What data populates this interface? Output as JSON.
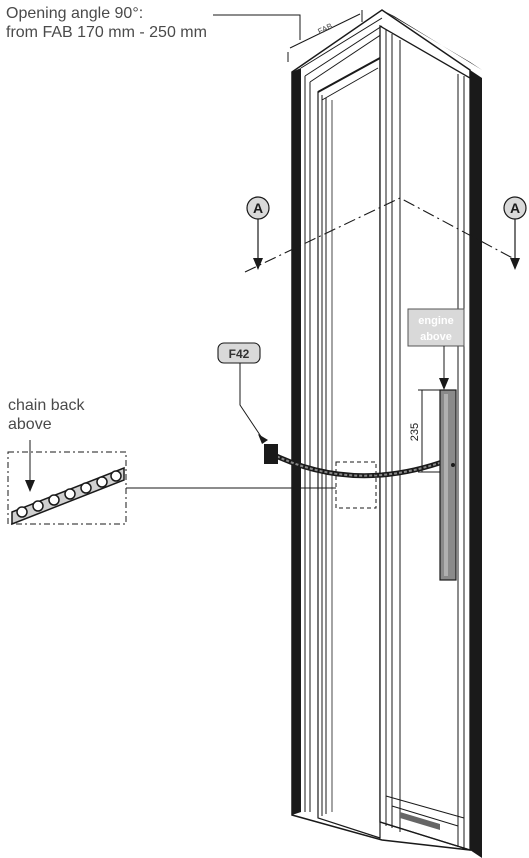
{
  "header": {
    "line1": "Opening angle 90°:",
    "line2": "from FAB 170 mm - 250 mm"
  },
  "labels": {
    "fab": "FAB",
    "section_marker": "A",
    "part_tag": "F42",
    "chain_line1": "chain back",
    "chain_line2": "above",
    "engine_line1": "engine",
    "engine_line2": "above",
    "dimension": "235"
  },
  "colors": {
    "line": "#1a1a1a",
    "label_fill": "#d9d9d9",
    "motor_fill": "#8a8a8a",
    "text": "#4a4a4a"
  }
}
